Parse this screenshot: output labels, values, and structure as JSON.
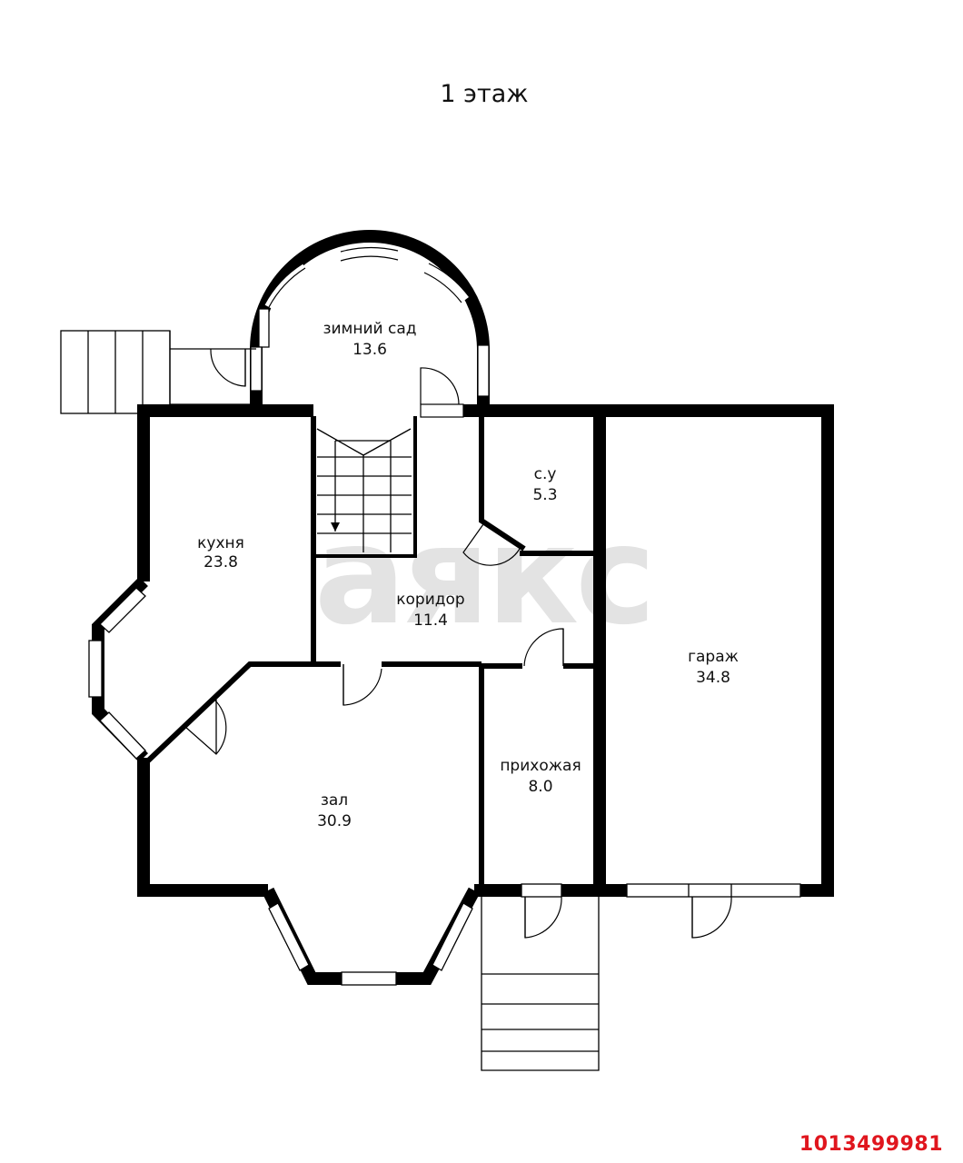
{
  "plan": {
    "title": "1 этаж",
    "watermark": "аякс",
    "listing_id": "1013499981"
  },
  "rooms": [
    {
      "key": "winter_garden",
      "name": "зимний сад",
      "area": "13.6"
    },
    {
      "key": "kitchen",
      "name": "кухня",
      "area": "23.8"
    },
    {
      "key": "bathroom",
      "name": "с.у",
      "area": "5.3"
    },
    {
      "key": "corridor",
      "name": "коридор",
      "area": "11.4"
    },
    {
      "key": "garage",
      "name": "гараж",
      "area": "34.8"
    },
    {
      "key": "hall",
      "name": "прихожая",
      "area": "8.0"
    },
    {
      "key": "living",
      "name": "зал",
      "area": "30.9"
    }
  ],
  "colors": {
    "walls": "#000000",
    "watermark": "#e3e3e3",
    "listing_id": "#e0161e"
  }
}
